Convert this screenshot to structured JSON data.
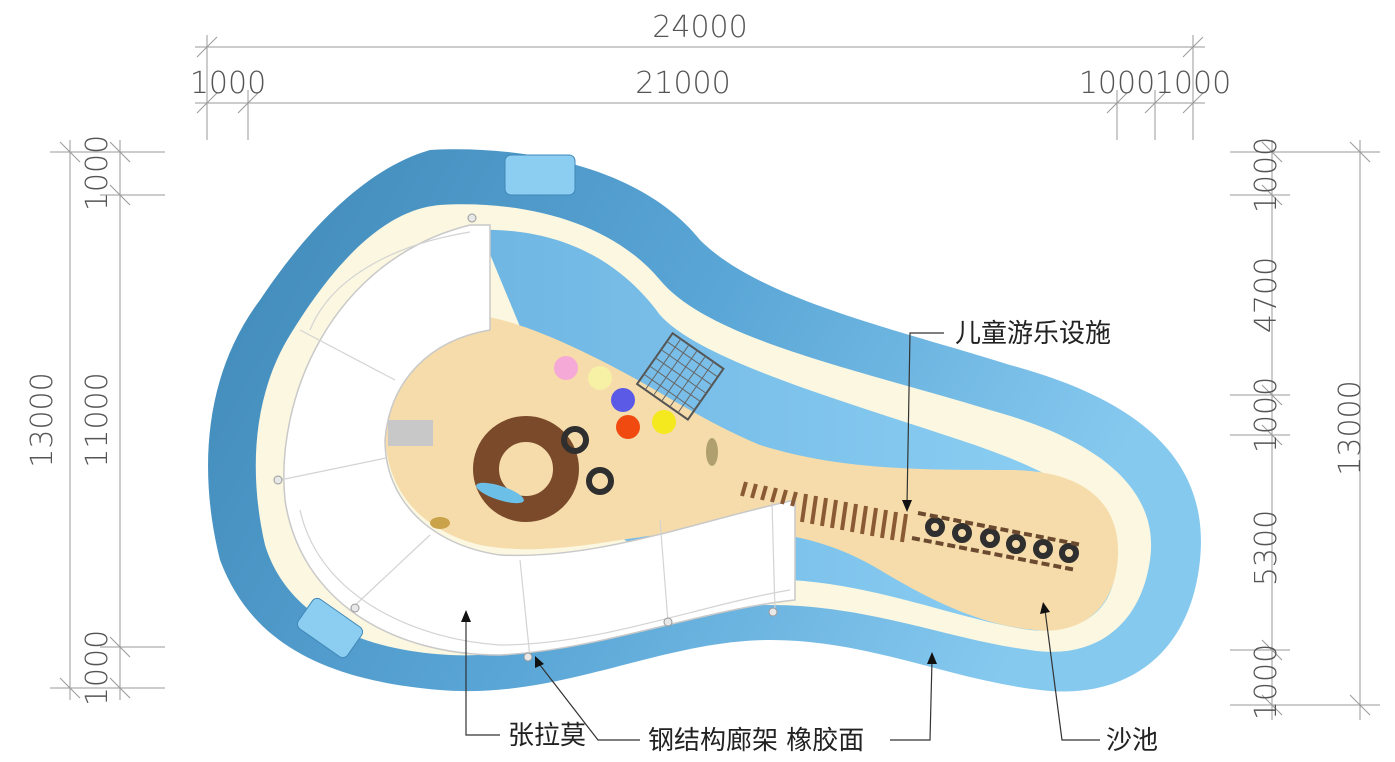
{
  "dimensions": {
    "top_total": "24000",
    "top_left": "1000",
    "top_mid": "21000",
    "top_right_a": "1000",
    "top_right_b": "1000",
    "left_total": "13000",
    "left_inner": "11000",
    "left_top": "1000",
    "left_bottom": "1000",
    "right_total": "13000",
    "right_1": "1000",
    "right_2": "4700",
    "right_3": "1000",
    "right_4": "5300",
    "right_5": "1000"
  },
  "labels": {
    "play": "儿童游乐设施",
    "membrane": "张拉莫",
    "corridor": "钢结构廊架 橡胶面",
    "sandpit": "沙池"
  },
  "colors": {
    "water_dark": "#4f97c4",
    "water_light": "#8ccdf2",
    "cream": "#fbf7e0",
    "sand": "#f6dcaa",
    "corridor": "#ffffff"
  }
}
